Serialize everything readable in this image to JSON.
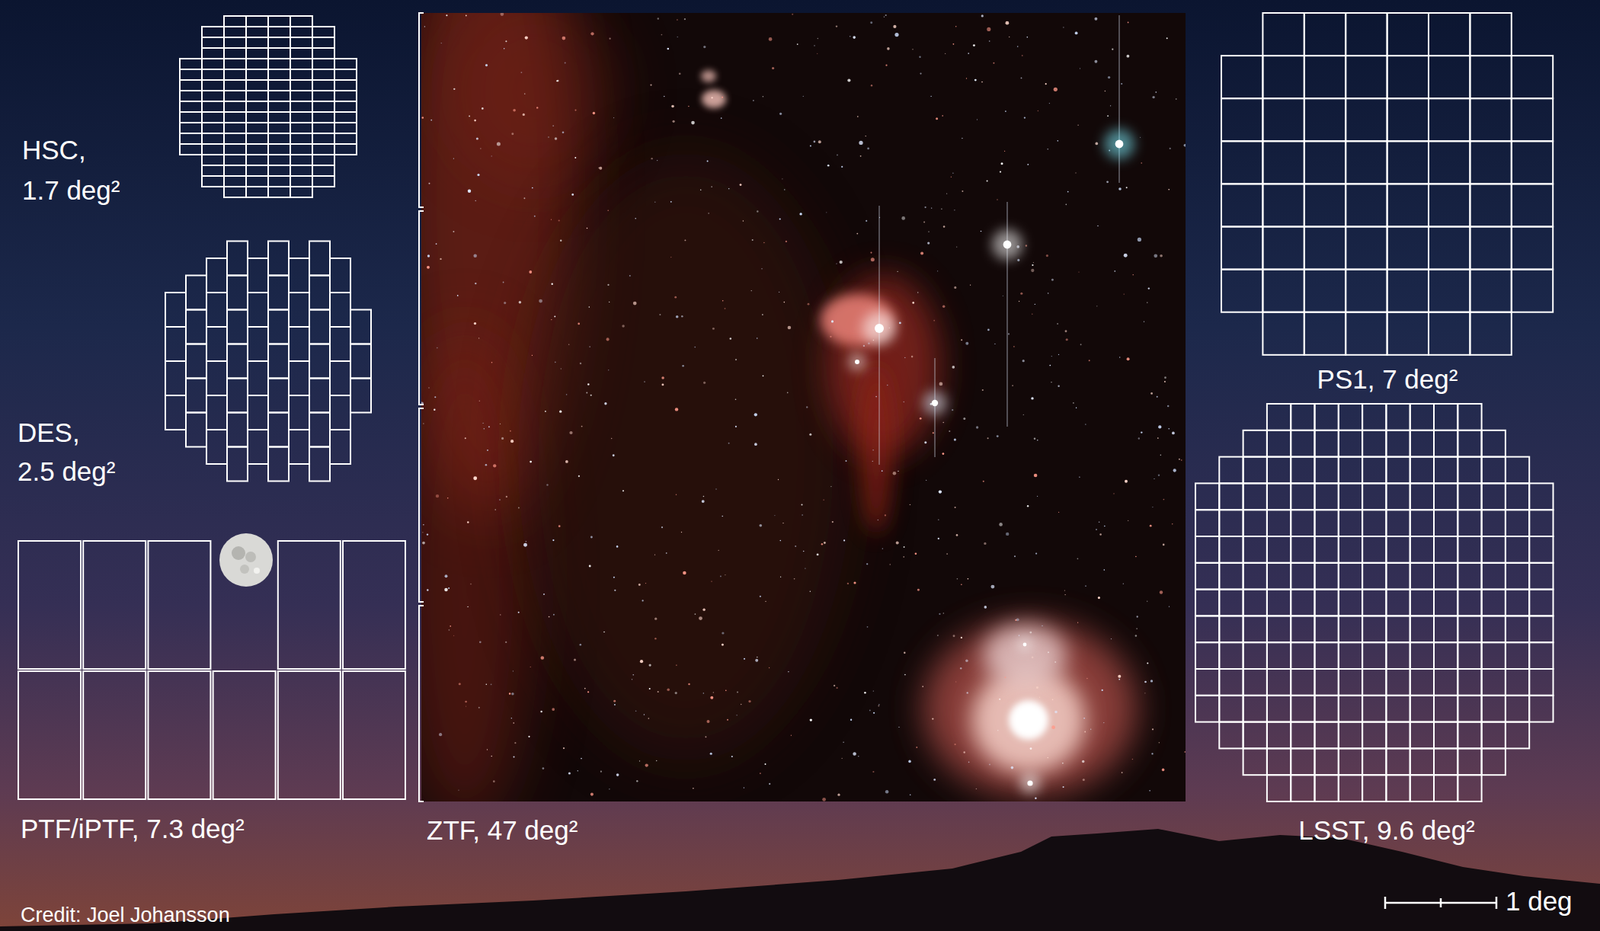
{
  "diagram": {
    "nodes": [
      {
        "text": [
          "HSC,",
          "1.7 deg²"
        ]
      },
      {
        "text": [
          "DES,",
          "2.5 deg²"
        ]
      },
      {
        "text": [
          "PTF/iPTF, 7.3 deg²"
        ]
      },
      {
        "text": [
          "ZTF, 47 deg²"
        ]
      },
      {
        "text": [
          "PS1, 7 deg²"
        ]
      },
      {
        "text": [
          "LSST, 9.6 deg²"
        ]
      }
    ],
    "labels": [
      "1 deg",
      "Credit: Joel Johansson"
    ]
  }
}
